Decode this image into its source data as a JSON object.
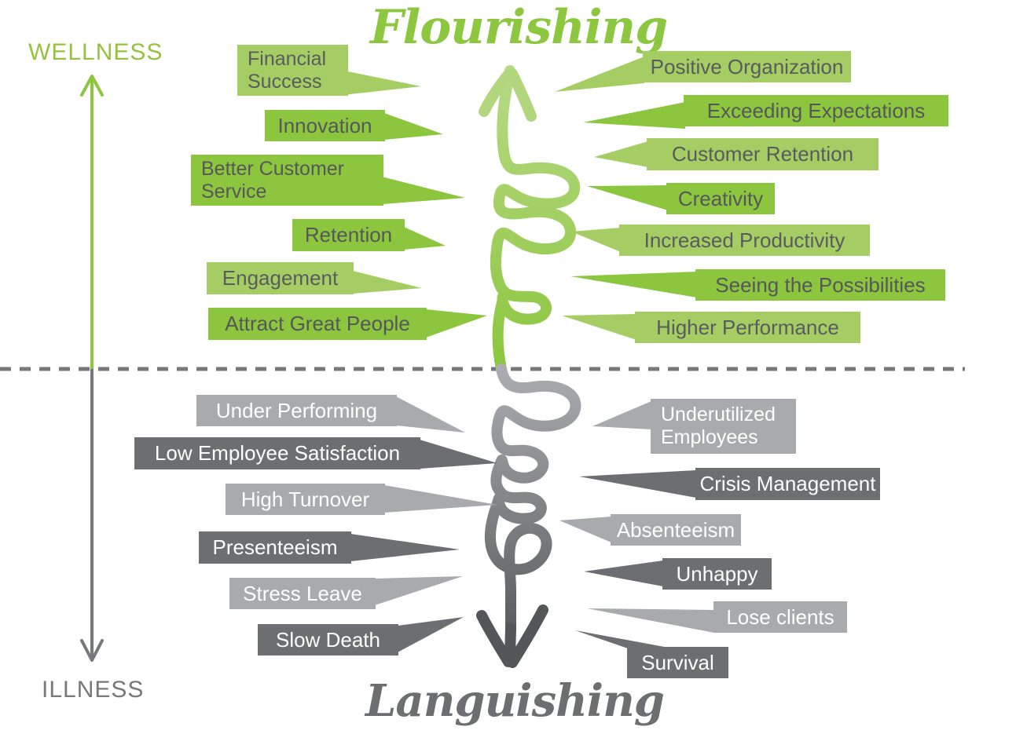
{
  "titles": {
    "top": "Flourishing",
    "bottom": "Languishing"
  },
  "axis": {
    "top_label": "WELLNESS",
    "bottom_label": "ILLNESS"
  },
  "palette": {
    "green_title": "#8dc63f",
    "green_box_light": "#a6cd63",
    "green_box_dark": "#8cc63e",
    "gray_box_light": "#a8aaad",
    "gray_box_dark": "#6d6e71",
    "green_text": "#5a5b5e",
    "gray_text": "#ffffff",
    "axis_green": "#97c23e",
    "axis_gray": "#77787b",
    "spiral_green_top": "#b7d985",
    "spiral_green_bottom": "#8cc63e",
    "spiral_gray_top": "#abadb0",
    "spiral_gray_bottom": "#505155"
  },
  "labels": {
    "top_left": [
      {
        "text": "Financial Success",
        "tone": "green-light"
      },
      {
        "text": "Innovation",
        "tone": "green-dark"
      },
      {
        "text": "Better Customer Service",
        "tone": "green-dark"
      },
      {
        "text": "Retention",
        "tone": "green-dark"
      },
      {
        "text": "Engagement",
        "tone": "green-light"
      },
      {
        "text": "Attract Great People",
        "tone": "green-dark"
      }
    ],
    "top_right": [
      {
        "text": "Positive Organization",
        "tone": "green-light"
      },
      {
        "text": "Exceeding Expectations",
        "tone": "green-dark"
      },
      {
        "text": "Customer Retention",
        "tone": "green-light"
      },
      {
        "text": "Creativity",
        "tone": "green-dark"
      },
      {
        "text": "Increased Productivity",
        "tone": "green-light"
      },
      {
        "text": "Seeing the Possibilities",
        "tone": "green-dark"
      },
      {
        "text": "Higher Performance",
        "tone": "green-light"
      }
    ],
    "bottom_left": [
      {
        "text": "Under Performing",
        "tone": "gray-light"
      },
      {
        "text": "Low Employee Satisfaction",
        "tone": "gray-dark"
      },
      {
        "text": "High Turnover",
        "tone": "gray-light"
      },
      {
        "text": "Presenteeism",
        "tone": "gray-dark"
      },
      {
        "text": "Stress Leave",
        "tone": "gray-light"
      },
      {
        "text": "Slow Death",
        "tone": "gray-dark"
      }
    ],
    "bottom_right": [
      {
        "text": "Underutilized Employees",
        "tone": "gray-light"
      },
      {
        "text": "Crisis Management",
        "tone": "gray-dark"
      },
      {
        "text": "Absenteeism",
        "tone": "gray-light"
      },
      {
        "text": "Unhappy",
        "tone": "gray-dark"
      },
      {
        "text": "Lose clients",
        "tone": "gray-light"
      },
      {
        "text": "Survival",
        "tone": "gray-dark"
      }
    ]
  }
}
